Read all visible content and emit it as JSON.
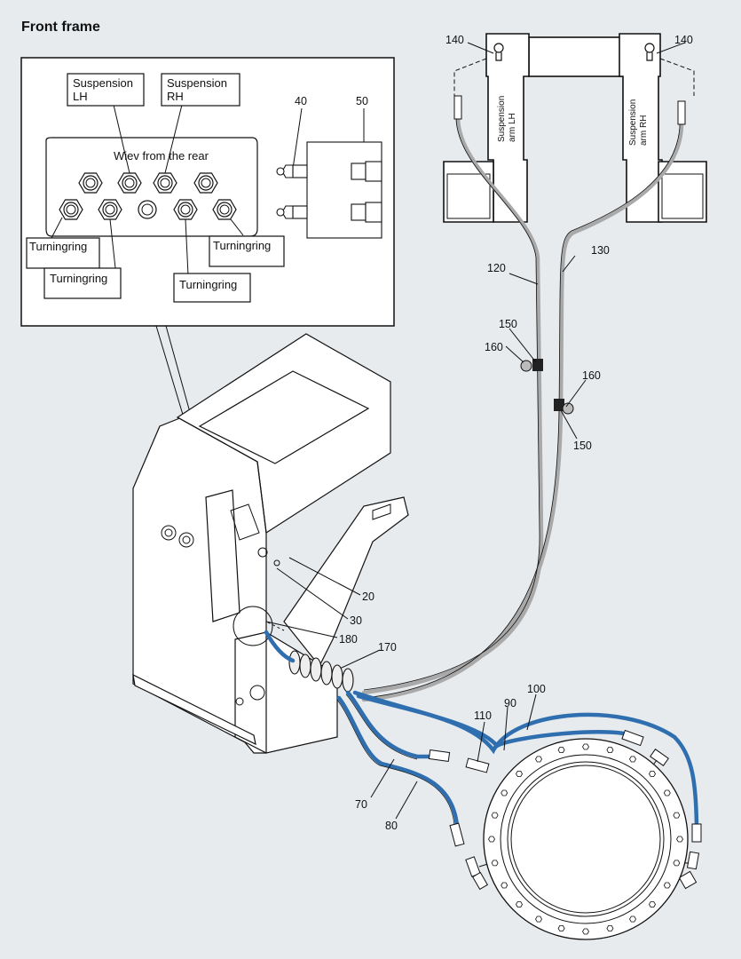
{
  "title": "Front frame",
  "inset": {
    "view_caption": "Wiev from the rear",
    "callouts": {
      "suspension_lh": [
        "Suspension",
        "LH"
      ],
      "suspension_rh": [
        "Suspension",
        "RH"
      ],
      "turningring": "Turningring"
    },
    "valve_numbers": [
      "40",
      "50"
    ]
  },
  "arms": {
    "left_label": [
      "Suspension",
      "arm LH"
    ],
    "right_label": [
      "Suspension",
      "arm RH"
    ]
  },
  "part_numbers": {
    "p140": "140",
    "p120": "120",
    "p130": "130",
    "p150": "150",
    "p160": "160",
    "p20": "20",
    "p30": "30",
    "p180": "180",
    "p170": "170",
    "p100": "100",
    "p90": "90",
    "p110": "110",
    "p70": "70",
    "p80": "80"
  },
  "colors": {
    "hose_blue": "#2f6faf",
    "hose_grey": "#a9a9a9",
    "line": "#111111"
  }
}
